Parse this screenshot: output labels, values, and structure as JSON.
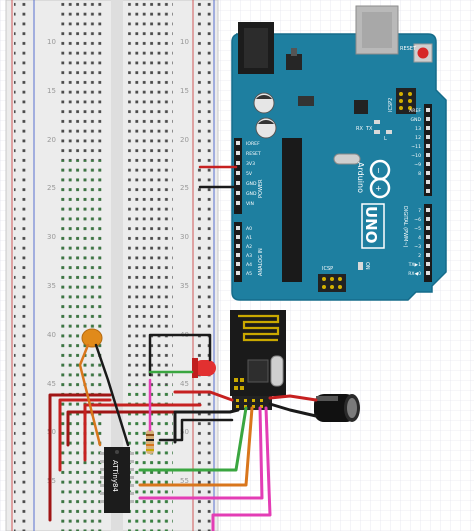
{
  "breadboard": {
    "row_numbers": [
      "10",
      "15",
      "20",
      "25",
      "30",
      "35",
      "40",
      "45",
      "50",
      "55"
    ]
  },
  "arduino": {
    "brand": "Arduino",
    "model": "UNO",
    "reset_label": "RESET",
    "icsp2_label": "ICSP2",
    "icsp_label": "ICSP",
    "on_label": "ON",
    "digital_label": "DIGITAL (PWM~)",
    "power_label": "POWER",
    "analog_label": "ANALOG IN",
    "led_labels": [
      "L",
      "TX",
      "RX"
    ],
    "aref_label": "AREF",
    "gnd_label": "GND",
    "power_pins": [
      "IOREF",
      "RESET",
      "3V3",
      "5V",
      "GND",
      "GND",
      "VIN"
    ],
    "analog_pins": [
      "A0",
      "A1",
      "A2",
      "A3",
      "A4",
      "A5"
    ],
    "digital_pins": [
      "13",
      "12",
      "~11",
      "~10",
      "~9",
      "8",
      "7",
      "~6",
      "~5",
      "4",
      "~3",
      "2",
      "TX▶1",
      "RX◀0"
    ]
  },
  "chip": {
    "label": "ATTiny84"
  },
  "colors": {
    "board_blue": "#1e7fa0",
    "board_edge": "#156c8a",
    "wire_red": "#c62020",
    "wire_darkred": "#a01515",
    "wire_black": "#1a1a1a",
    "wire_green": "#3aa640",
    "wire_orange": "#d9761c",
    "wire_pink": "#e33db5",
    "wire_brown": "#8b4a14",
    "led_red": "#e23030",
    "grid": "#d8d8e8",
    "breadboard": "#ececec"
  }
}
